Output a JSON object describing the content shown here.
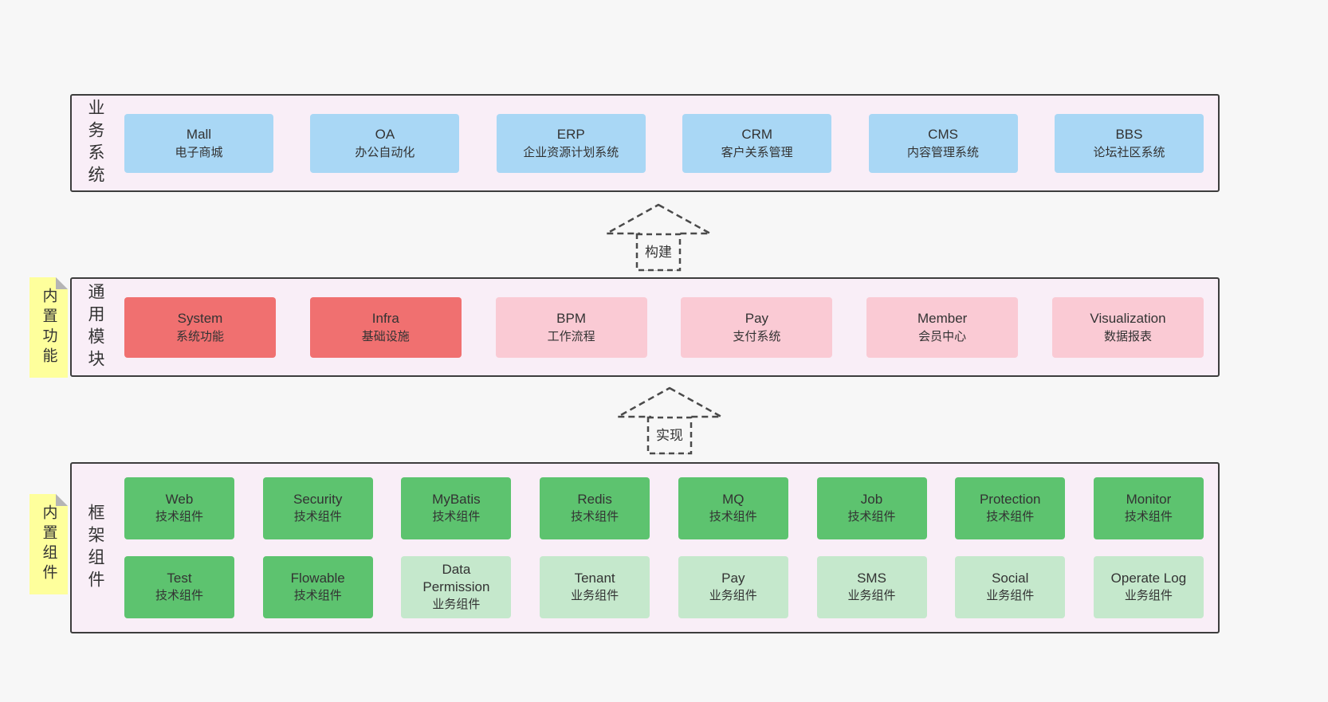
{
  "business_panel": {
    "label": "业务系统",
    "items": [
      {
        "name": "Mall",
        "desc": "电子商城"
      },
      {
        "name": "OA",
        "desc": "办公自动化"
      },
      {
        "name": "ERP",
        "desc": "企业资源计划系统"
      },
      {
        "name": "CRM",
        "desc": "客户关系管理"
      },
      {
        "name": "CMS",
        "desc": "内容管理系统"
      },
      {
        "name": "BBS",
        "desc": "论坛社区系统"
      }
    ]
  },
  "arrow_build": {
    "label": "构建"
  },
  "module_panel": {
    "sticky_label": "内置功能",
    "label": "通用模块",
    "items": [
      {
        "name": "System",
        "desc": "系统功能"
      },
      {
        "name": "Infra",
        "desc": "基础设施"
      },
      {
        "name": "BPM",
        "desc": "工作流程"
      },
      {
        "name": "Pay",
        "desc": "支付系统"
      },
      {
        "name": "Member",
        "desc": "会员中心"
      },
      {
        "name": "Visualization",
        "desc": "数据报表"
      }
    ]
  },
  "arrow_implement": {
    "label": "实现"
  },
  "component_panel": {
    "sticky_label": "内置组件",
    "label": "框架组件",
    "row1": [
      {
        "name": "Web",
        "desc": "技术组件"
      },
      {
        "name": "Security",
        "desc": "技术组件"
      },
      {
        "name": "MyBatis",
        "desc": "技术组件"
      },
      {
        "name": "Redis",
        "desc": "技术组件"
      },
      {
        "name": "MQ",
        "desc": "技术组件"
      },
      {
        "name": "Job",
        "desc": "技术组件"
      },
      {
        "name": "Protection",
        "desc": "技术组件"
      },
      {
        "name": "Monitor",
        "desc": "技术组件"
      }
    ],
    "row2": [
      {
        "name": "Test",
        "desc": "技术组件"
      },
      {
        "name": "Flowable",
        "desc": "技术组件"
      },
      {
        "name": "Data Permission",
        "desc": "业务组件"
      },
      {
        "name": "Tenant",
        "desc": "业务组件"
      },
      {
        "name": "Pay",
        "desc": "业务组件"
      },
      {
        "name": "SMS",
        "desc": "业务组件"
      },
      {
        "name": "Social",
        "desc": "业务组件"
      },
      {
        "name": "Operate Log",
        "desc": "业务组件"
      }
    ]
  },
  "colors": {
    "business_box_blue": "#a9d7f5",
    "module_box_red": "#f07070",
    "module_box_pink": "#facad4",
    "component_box_green": "#5dc36f",
    "component_box_light_green": "#c5e8cc",
    "sticky_yellow": "#feff9c",
    "panel_background": "#f9eef7",
    "page_background": "#f7f7f7"
  }
}
